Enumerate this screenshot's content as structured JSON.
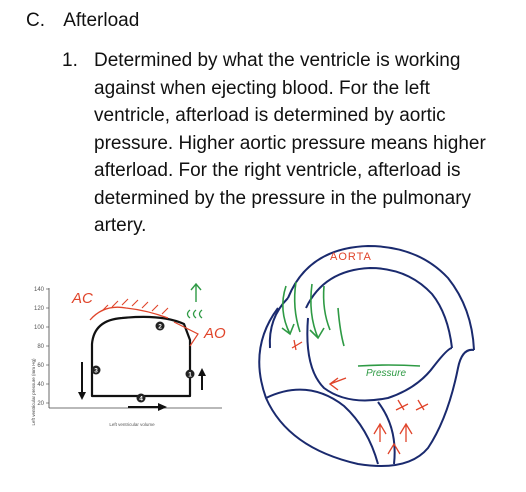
{
  "section": {
    "letter": "C.",
    "title": "Afterload"
  },
  "item": {
    "number": "1.",
    "text": "Determined by what the ventricle is working against when ejecting blood. For the left ventricle, afterload is determined by aortic pressure. Higher aortic pressure means higher afterload. For the right ventricle, afterload is determined by the pressure in the pulmonary artery."
  },
  "pv_loop": {
    "y_ticks": [
      "140",
      "120",
      "100",
      "80",
      "60",
      "40",
      "20"
    ],
    "y_label": "Left ventricular pressure (mm Hg)",
    "x_label": "Left ventricular volume",
    "phase_markers": [
      "1",
      "2",
      "3",
      "4"
    ],
    "annotations": {
      "ac": "AC",
      "ao": "AO"
    }
  },
  "heart_sketch": {
    "aorta_label": "AORTA",
    "pressure_label": "Pressure"
  },
  "colors": {
    "annotation_red": "#e0442a",
    "annotation_green": "#2e9a44",
    "sketch_navy": "#1a2a6e",
    "loop_black": "#111111"
  }
}
